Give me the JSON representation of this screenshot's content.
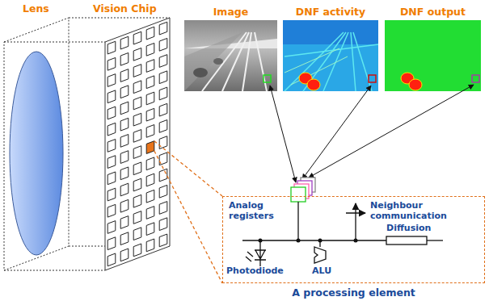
{
  "diagram": {
    "caption": "A processing element",
    "nodes": [
      {
        "text": [
          "Image"
        ]
      },
      {
        "text": [
          "DNF activity"
        ]
      },
      {
        "text": [
          "DNF output"
        ]
      },
      {
        "text": [
          "A processing element"
        ]
      }
    ],
    "labels": [
      "Lens",
      "Vision Chip",
      "Analog registers",
      "Neighbour communication",
      "Photodiode",
      "ALU",
      "Diffusion"
    ]
  }
}
